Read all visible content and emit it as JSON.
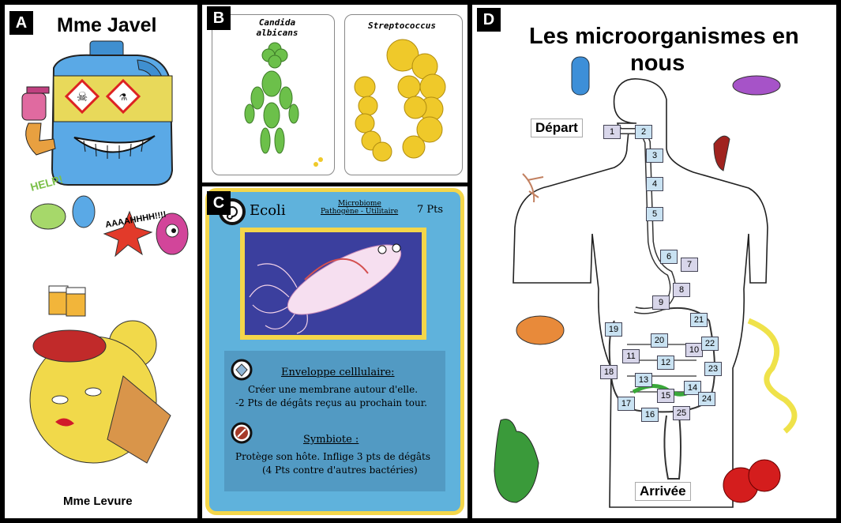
{
  "panels": {
    "a": {
      "tag": "A",
      "title": "Mme Javel",
      "help_text": "HELP!",
      "scream_text": "AAAAHHHH!!!!",
      "footer": "Mme Levure"
    },
    "b": {
      "tag": "B",
      "card1_title": "Candida albicans",
      "card2_title": "Streptococcus"
    },
    "c": {
      "tag": "C",
      "name": "Ecoli",
      "category_line1": "Microbiome",
      "category_line2": "Pathogène - Utilitaire",
      "points": "7 Pts",
      "ability1_title": "Enveloppe celllulaire:",
      "ability1_line1": "Créer une membrane autour d'elle.",
      "ability1_line2": "-2 Pts de dégâts reçus au prochain tour.",
      "ability2_title": "Symbiote :",
      "ability2_line1": "Protège son hôte. Inflige 3 pts de dégâts",
      "ability2_line2": "(4 Pts contre d'autres bactéries)"
    },
    "d": {
      "tag": "D",
      "title_line1": "Les microorganismes en",
      "title_line2": "nous",
      "start_label": "Départ",
      "end_label": "Arrivée",
      "steps": [
        "1",
        "2",
        "3",
        "4",
        "5",
        "6",
        "7",
        "8",
        "9",
        "10",
        "11",
        "12",
        "13",
        "14",
        "15",
        "16",
        "17",
        "18",
        "19",
        "20",
        "21",
        "22",
        "23",
        "24",
        "25"
      ]
    }
  },
  "colors": {
    "card_blue": "#5fb2dc",
    "card_border": "#f4d64a",
    "candida_green": "#6cc04a",
    "strep_yellow": "#efc92a",
    "bleach_blue": "#5aa9e6"
  }
}
